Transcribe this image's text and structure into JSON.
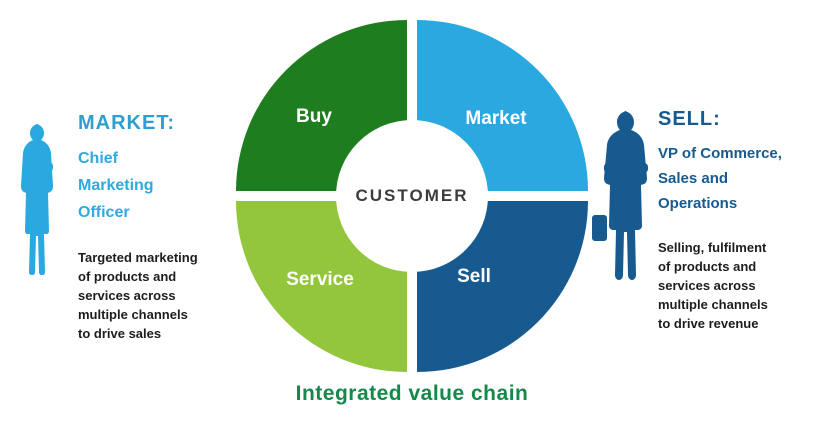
{
  "diagram": {
    "center_label": "CUSTOMER",
    "caption": "Integrated value chain",
    "caption_color": "#14894A",
    "quadrants": [
      {
        "id": "buy",
        "label": "Buy",
        "color": "#1E7D1F"
      },
      {
        "id": "market",
        "label": "Market",
        "color": "#29A9E0"
      },
      {
        "id": "service",
        "label": "Service",
        "color": "#93C53D"
      },
      {
        "id": "sell",
        "label": "Sell",
        "color": "#175A90"
      }
    ]
  },
  "left_panel": {
    "heading": "MARKET:",
    "heading_color": "#2F9ECE",
    "role_color": "#30A9E0",
    "figure_color": "#29A9E0",
    "figure_icon": "person-silhouette-icon",
    "role_lines": [
      "Chief",
      "Marketing",
      "Officer"
    ],
    "description_lines": [
      "Targeted marketing",
      "of products and",
      "services across",
      "multiple channels",
      "to drive sales"
    ]
  },
  "right_panel": {
    "heading": "SELL:",
    "heading_color": "#175A90",
    "role_color": "#175A90",
    "figure_color": "#175A90",
    "figure_icon": "person-silhouette-icon",
    "role_lines": [
      "VP of Commerce,",
      "Sales and",
      "Operations"
    ],
    "description_lines": [
      "Selling, fulfilment",
      "of products and",
      "services across",
      "multiple channels",
      "to drive revenue"
    ]
  }
}
